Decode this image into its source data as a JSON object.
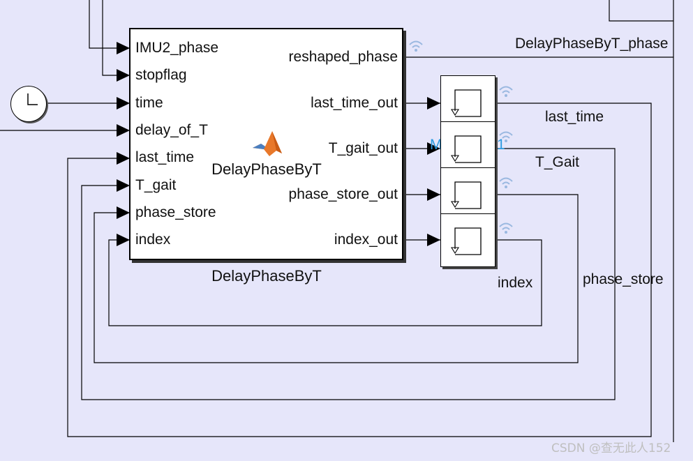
{
  "model": {
    "block_title_inside": "DelayPhaseByT",
    "block_caption": "DelayPhaseByT",
    "inputs": [
      "IMU2_phase",
      "stopflag",
      "time",
      "delay_of_T",
      "last_time",
      "T_gait",
      "phase_store",
      "index"
    ],
    "outputs": [
      "reshaped_phase",
      "last_time_out",
      "T_gait_out",
      "phase_store_out",
      "index_out"
    ],
    "signals": {
      "phase": "DelayPhaseByT_phase",
      "last_time": "last_time",
      "t_gait": "T_Gait",
      "index": "index",
      "phase_store": "phase_store"
    },
    "partial_fragment": "M",
    "partial_fragment_right": "1"
  },
  "icons": {
    "function_block_icon": "matlab-logo-icon",
    "clock_icon": "clock-icon",
    "memory_icon": "memory-icon",
    "signal_icon": "wireless-signal-icon"
  },
  "colors": {
    "background": "#e6e6fa",
    "wire": "#000000",
    "signal_icon": "#9ab8e0"
  },
  "watermark": "CSDN @查无此人152"
}
